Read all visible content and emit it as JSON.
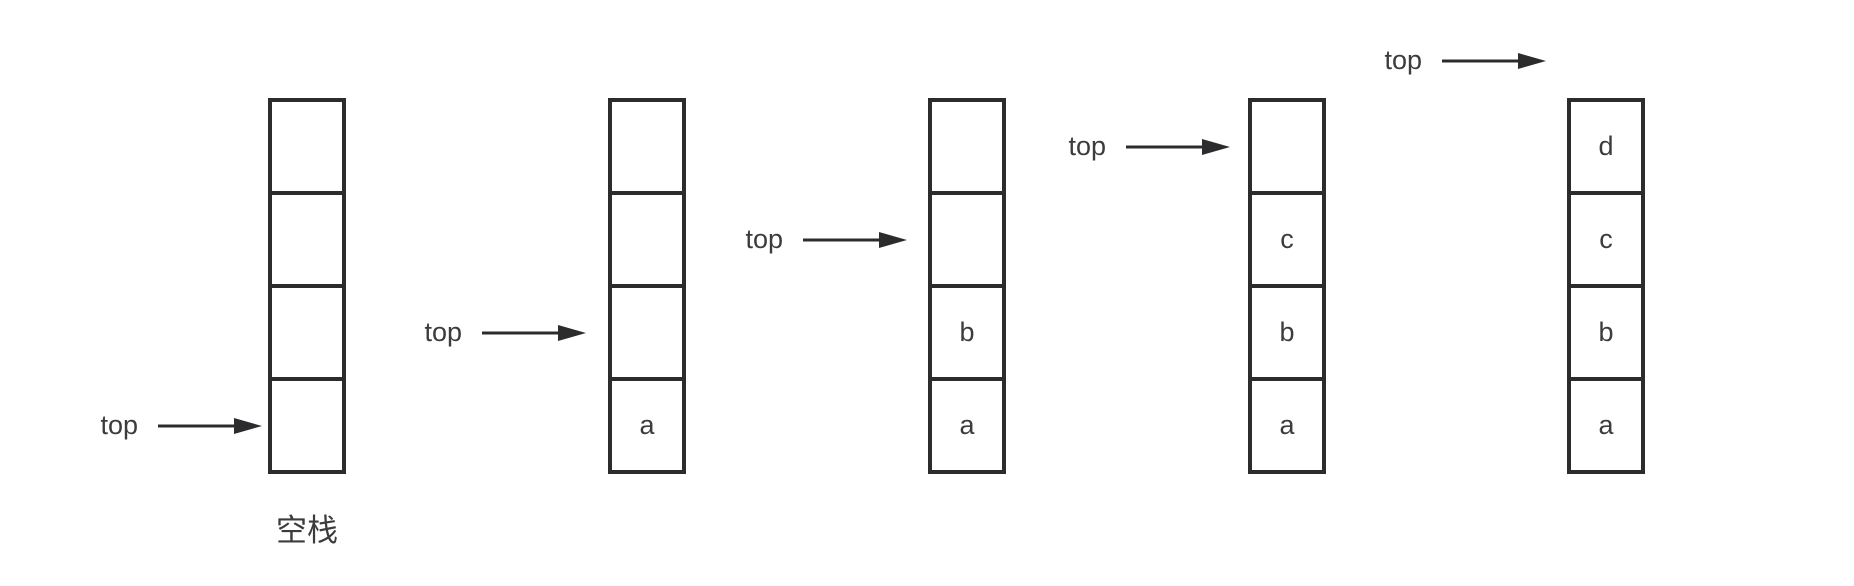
{
  "colors": {
    "background": "#ffffff",
    "line": "#2c2c2e",
    "text": "#3c3c3e"
  },
  "pointer_label": "top",
  "caption_empty_stack": "空栈",
  "frames": [
    {
      "cells": [
        "",
        "",
        "",
        ""
      ],
      "pointer_cell_index": 3
    },
    {
      "cells": [
        "",
        "",
        "",
        "a"
      ],
      "pointer_cell_index": 2
    },
    {
      "cells": [
        "",
        "",
        "b",
        "a"
      ],
      "pointer_cell_index": 1
    },
    {
      "cells": [
        "",
        "c",
        "b",
        "a"
      ],
      "pointer_cell_index": 0
    },
    {
      "cells": [
        "d",
        "c",
        "b",
        "a"
      ],
      "pointer_cell_index": -1
    }
  ]
}
